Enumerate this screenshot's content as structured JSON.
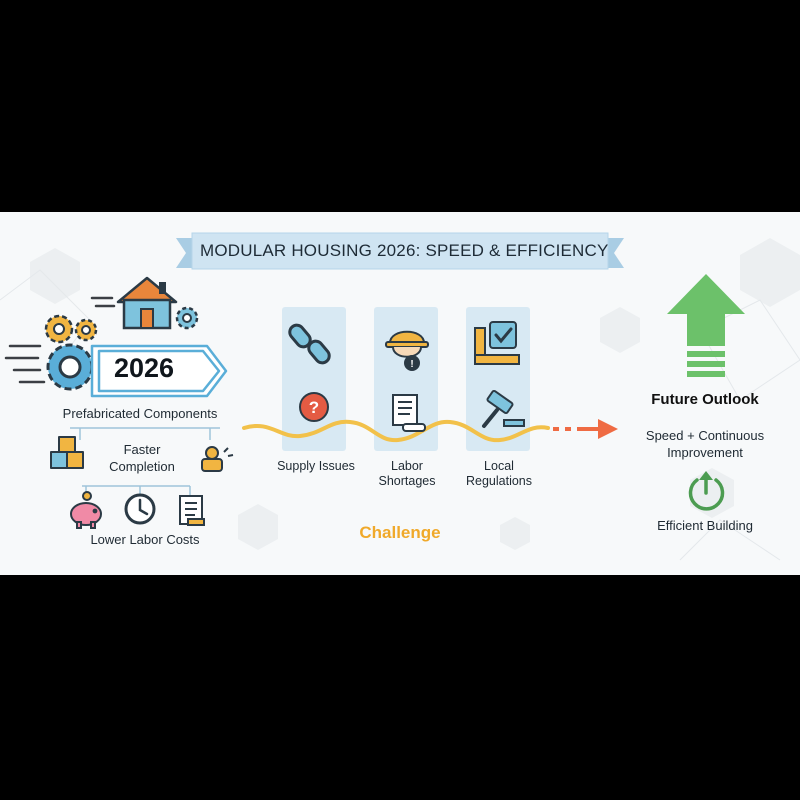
{
  "title": "MODULAR HOUSING 2026: SPEED & EFFICIENCY",
  "left_panel": {
    "year": "2026",
    "prefabricated_label": "Prefabricated Components",
    "faster_label": "Faster Completion",
    "labor_costs_label": "Lower Labor Costs"
  },
  "challenges": {
    "heading": "Challenge",
    "items": [
      {
        "label": "Supply Issues",
        "icons": [
          "broken-link-icon",
          "question-mark-icon"
        ]
      },
      {
        "label": "Labor Shortages",
        "icons": [
          "hard-hat-worker-icon",
          "document-scroll-icon"
        ]
      },
      {
        "label": "Local Regulations",
        "icons": [
          "ruler-checklist-icon",
          "gavel-icon"
        ]
      }
    ]
  },
  "right_panel": {
    "heading": "Future Outlook",
    "speed_label": "Speed + Continuous Improvement",
    "efficient_label": "Efficient Building"
  },
  "colors": {
    "banner": "#cfe4f2",
    "arrow_blue": "#5aaed8",
    "wave_yellow": "#f2c14a",
    "arrow_orange": "#ef6b43",
    "arrow_green": "#6cc16a",
    "panel_blue": "#d8e9f3"
  }
}
